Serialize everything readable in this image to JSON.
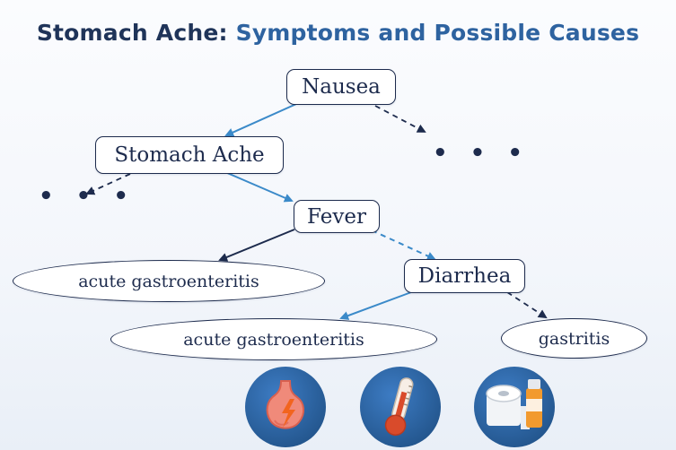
{
  "title": {
    "part1": "Stomach Ache:",
    "part2": "Symptoms and Possible Causes"
  },
  "nodes": {
    "nausea": "Nausea",
    "stomach_ache": "Stomach Ache",
    "fever": "Fever",
    "acute_gastro_1": "acute gastroenteritis",
    "diarrhea": "Diarrhea",
    "acute_gastro_2": "acute gastroenteritis",
    "gastritis": "gastritis"
  },
  "ellipsis": {
    "right": "• • •",
    "left": "• • •"
  },
  "icons": [
    "stomach-icon",
    "thermometer-icon",
    "toilet-paper-and-medicine-icon"
  ],
  "colors": {
    "title_dark": "#1f3459",
    "title_blue": "#2e63a0",
    "node_border": "#1d2b4d",
    "edge_blue": "#3b8ac9",
    "edge_dark": "#1d2b4d",
    "icon_bg": "#24578f"
  }
}
